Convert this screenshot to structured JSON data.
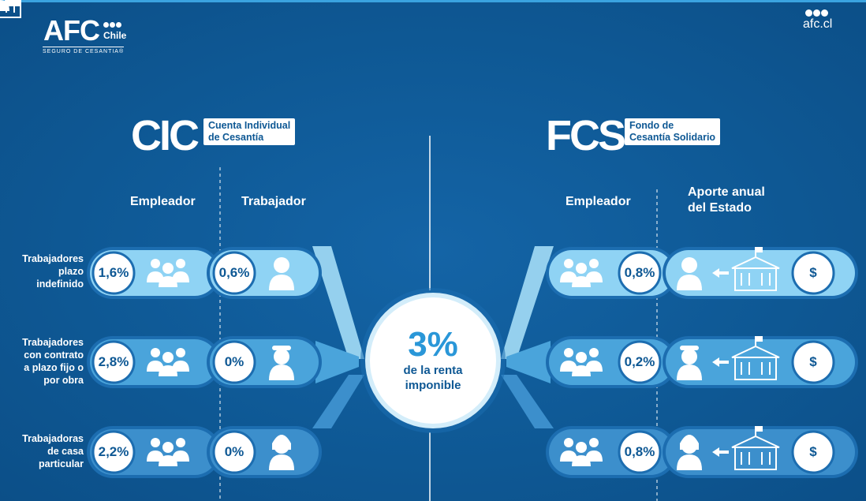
{
  "logo": {
    "brand": "AFC",
    "country": "Chile",
    "subtitle": "SEGURO DE CESANTIA®"
  },
  "site": "afc.cl",
  "cic": {
    "abbr": "CIC",
    "name_line1": "Cuenta Individual",
    "name_line2": "de Cesantía",
    "col_employer": "Empleador",
    "col_worker": "Trabajador"
  },
  "fcs": {
    "abbr": "FCS",
    "name_line1": "Fondo de",
    "name_line2": "Cesantía Solidario",
    "col_employer": "Empleador",
    "col_state_line1": "Aporte anual",
    "col_state_line2": "del Estado"
  },
  "rows": [
    {
      "label_lines": [
        "Trabajadores",
        "plazo",
        "indefinido"
      ],
      "cic_employer": "1,6%",
      "cic_worker": "0,6%",
      "fcs_employer": "0,8%",
      "worker_icon": "worker-tie-icon"
    },
    {
      "label_lines": [
        "Trabajadores",
        "con contrato",
        "a plazo fijo o",
        "por obra"
      ],
      "cic_employer": "2,8%",
      "cic_worker": "0%",
      "fcs_employer": "0,2%",
      "worker_icon": "worker-helmet-icon"
    },
    {
      "label_lines": [
        "Trabajadoras",
        "de casa",
        "particular"
      ],
      "cic_employer": "2,2%",
      "cic_worker": "0%",
      "fcs_employer": "0,8%",
      "worker_icon": "worker-female-icon"
    }
  ],
  "center": {
    "percent": "3%",
    "line1": "de la renta",
    "line2": "imponible"
  },
  "state_symbol": "$",
  "colors": {
    "background": "#0e5894",
    "accent_light": "#8fd3f4",
    "accent_mid": "#3c9ad6",
    "text_dark": "#0e5894",
    "center_pct": "#2a97d8"
  }
}
